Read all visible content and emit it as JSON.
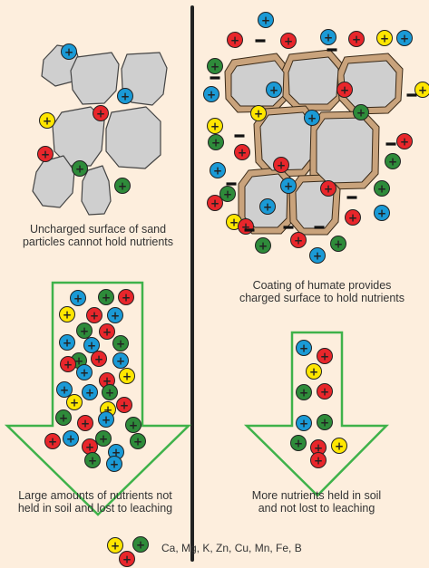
{
  "captions": {
    "sand": [
      "Uncharged surface of sand",
      "particles cannot hold nutrients"
    ],
    "humate": [
      "Coating of humate provides",
      "charged surface to hold nutrients"
    ],
    "leaching": [
      "Large amounts of nutrients not",
      "held in soil and lost to leaching"
    ],
    "held": [
      "More nutrients held in soil",
      "and not lost to leaching"
    ]
  },
  "legend": {
    "label": "Ca, Mg, K, Zn, Cu, Mn, Fe, B"
  },
  "symbols": {
    "positive": "+",
    "negative": "−"
  },
  "colors": {
    "background": "#fdeedd",
    "particle": "#cfcfcf",
    "humate_coating": "#c9a37c",
    "arrow_outline": "#3fb24a",
    "divider": "#222222",
    "ion_red": "#e8262b",
    "ion_blue": "#1a9ad6",
    "ion_green": "#2e8b3a",
    "ion_yellow": "#ffe600"
  }
}
